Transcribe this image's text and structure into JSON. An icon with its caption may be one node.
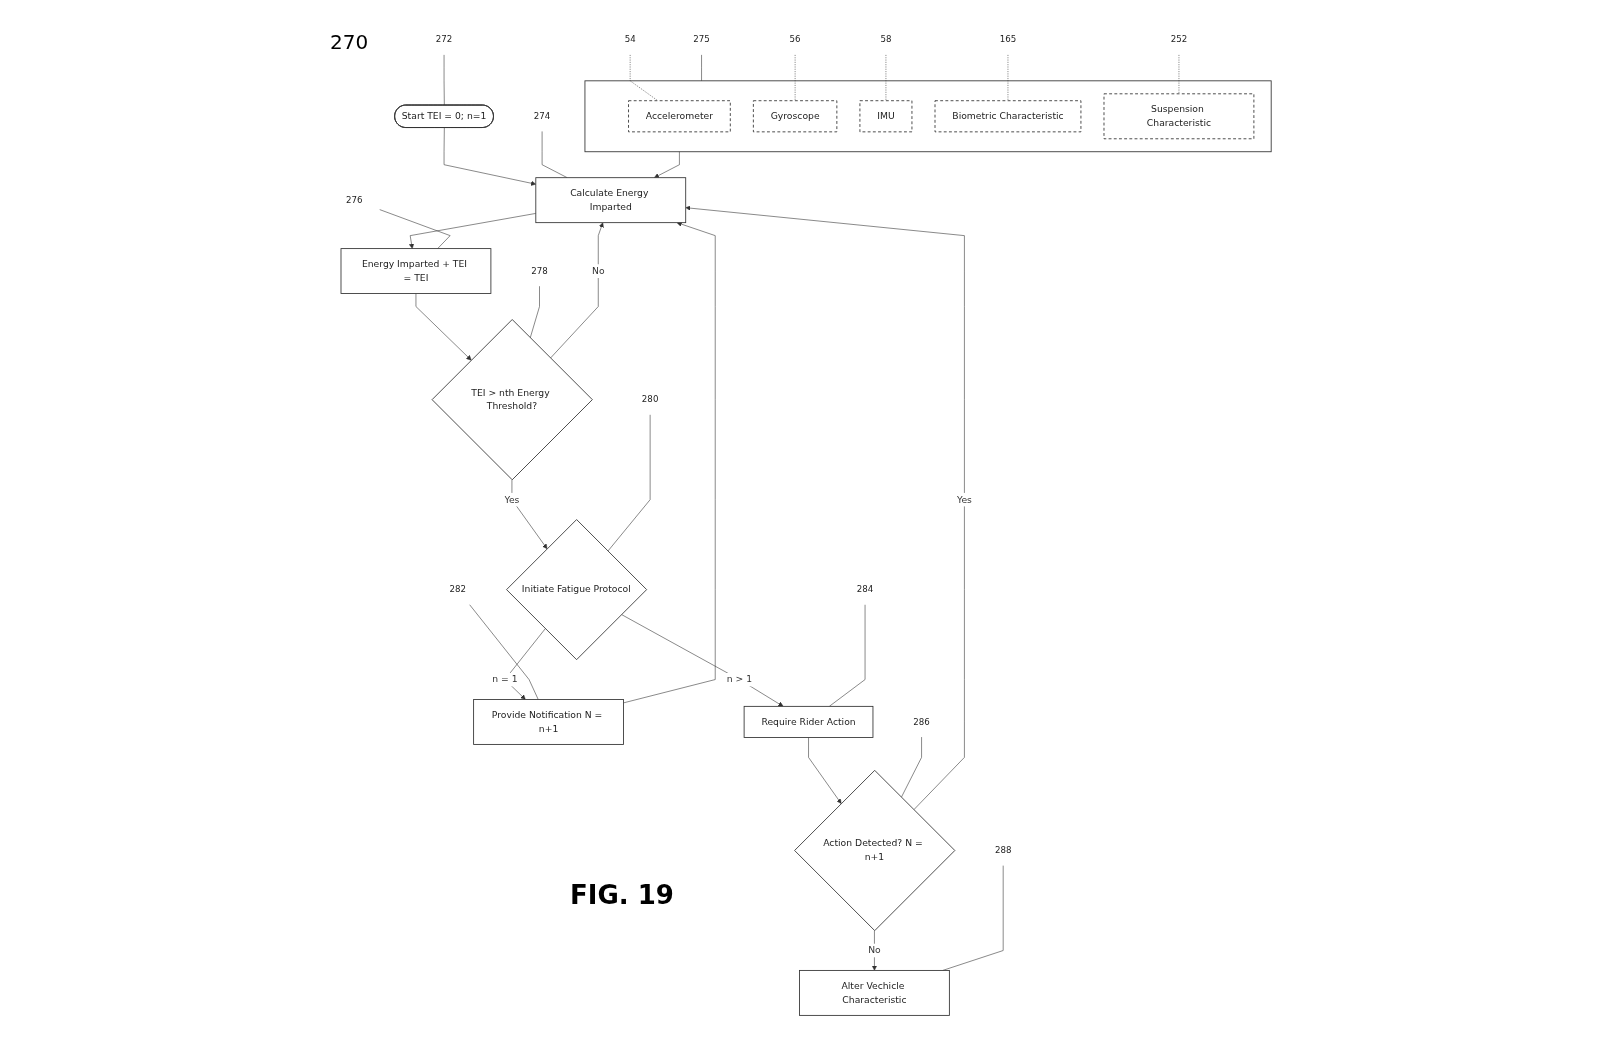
{
  "diagram": {
    "title": "FIG. 19",
    "nodes": [
      {
        "text": [
          "Start TEI = 0; n=1"
        ]
      },
      {
        "text": [
          "Calculate Energy Imparted"
        ]
      },
      {
        "text": [
          "Energy Imparted + TEI = TEI"
        ]
      },
      {
        "text": [
          "TEI > nth Energy Threshold?"
        ]
      },
      {
        "text": [
          "Initiate Fatigue Protocol"
        ]
      },
      {
        "text": [
          "Provide Notification N = n+1"
        ]
      },
      {
        "text": [
          "Require Rider Action"
        ]
      },
      {
        "text": [
          "Action Detected? N = n+1"
        ]
      },
      {
        "text": [
          "Alter Vechicle Characteristic"
        ]
      },
      {
        "text": [],
        "shape": "box"
      },
      {
        "text": [
          "Accelerometer"
        ],
        "in": 9
      },
      {
        "text": [
          "Gyroscope"
        ],
        "in": 9
      },
      {
        "text": [
          "IMU"
        ],
        "in": 9
      },
      {
        "text": [
          "Biometric Characteristic"
        ],
        "in": 9
      },
      {
        "text": [
          "Suspension Characteristic"
        ],
        "in": 9
      },
      {
        "text": [
          "272"
        ]
      },
      {
        "text": [
          "274"
        ]
      },
      {
        "text": [
          "276"
        ]
      },
      {
        "text": [
          "278"
        ]
      },
      {
        "text": [
          "280"
        ]
      },
      {
        "text": [
          "282"
        ]
      },
      {
        "text": [
          "284"
        ]
      },
      {
        "text": [
          "286"
        ]
      },
      {
        "text": [
          "288"
        ]
      },
      {
        "text": [
          "275"
        ]
      },
      {
        "text": [
          "54"
        ]
      },
      {
        "text": [
          "56"
        ]
      },
      {
        "text": [
          "58"
        ]
      },
      {
        "text": [
          "165"
        ]
      },
      {
        "text": [
          "252"
        ]
      }
    ],
    "edges": [
      {
        "from": 0,
        "to": 1,
        "arrow": "to"
      },
      {
        "from": 1,
        "to": 2,
        "arrow": "to"
      },
      {
        "from": 2,
        "to": 3,
        "arrow": "to"
      },
      {
        "from": 3,
        "to": 1,
        "arrow": "to",
        "label": "No"
      },
      {
        "from": 3,
        "to": 4,
        "arrow": "to",
        "label": "Yes"
      },
      {
        "from": 4,
        "to": 6,
        "arrow": "to",
        "label": "n > 1"
      },
      {
        "from": 4,
        "to": 5,
        "arrow": "to",
        "label": "n = 1"
      },
      {
        "from": 5,
        "to": 1,
        "arrow": "to"
      },
      {
        "from": 6,
        "to": 7,
        "arrow": "to"
      },
      {
        "from": 7,
        "to": 1,
        "arrow": "to",
        "label": "Yes"
      },
      {
        "from": 7,
        "to": 8,
        "arrow": "to",
        "label": "No"
      },
      {
        "from": 9,
        "to": 1,
        "arrow": "to"
      },
      {
        "from": 15,
        "to": 0,
        "arrow": "none"
      },
      {
        "from": 16,
        "to": 1,
        "arrow": "none"
      },
      {
        "from": 17,
        "to": 2,
        "arrow": "none"
      },
      {
        "from": 18,
        "to": 3,
        "arrow": "none"
      },
      {
        "from": 19,
        "to": 4,
        "arrow": "none"
      },
      {
        "from": 20,
        "to": 5,
        "arrow": "none"
      },
      {
        "from": 21,
        "to": 6,
        "arrow": "none"
      },
      {
        "from": 22,
        "to": 7,
        "arrow": "none"
      },
      {
        "from": 23,
        "to": 8,
        "arrow": "none"
      },
      {
        "from": 24,
        "to": 9,
        "arrow": "none"
      },
      {
        "from": 25,
        "to": 10,
        "arrow": "none",
        "style": "dashed"
      },
      {
        "from": 26,
        "to": 11,
        "arrow": "none",
        "style": "dashed"
      },
      {
        "from": 27,
        "to": 12,
        "arrow": "none",
        "style": "dashed"
      },
      {
        "from": 28,
        "to": 13,
        "arrow": "none",
        "style": "dashed"
      },
      {
        "from": 29,
        "to": 14,
        "arrow": "none",
        "style": "dashed"
      }
    ],
    "labels": [
      "270"
    ]
  }
}
